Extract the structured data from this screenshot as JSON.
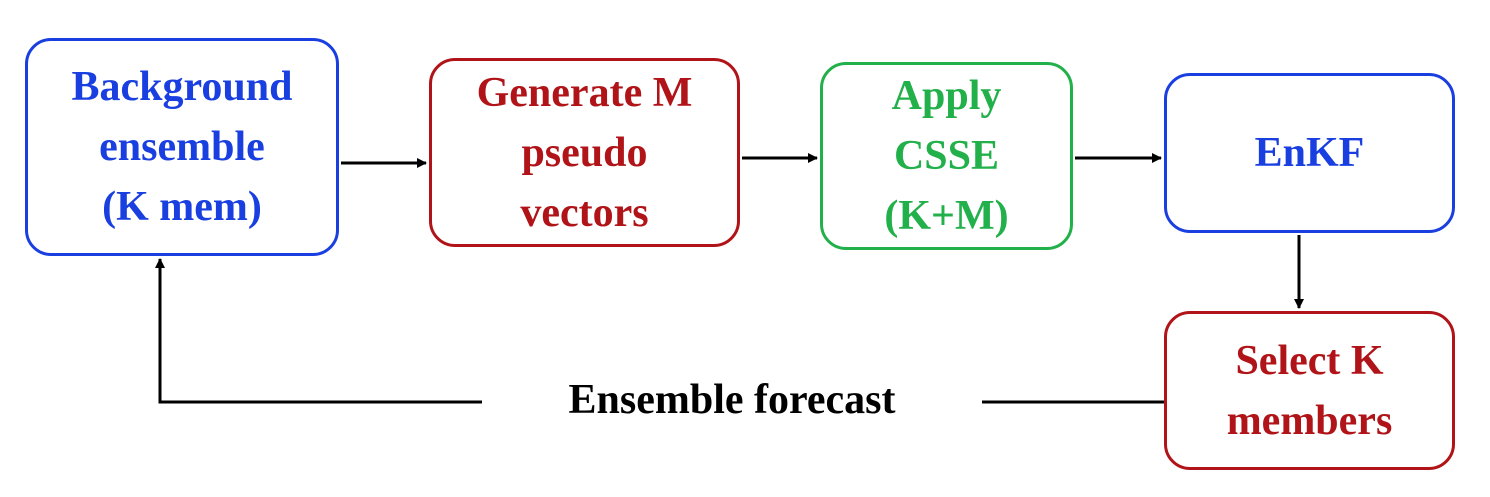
{
  "nodes": {
    "background": {
      "label": "Background\nensemble\n(K mem)",
      "color": "#1a3fe0"
    },
    "generate": {
      "label": "Generate M\npseudo\nvectors",
      "color": "#b01418"
    },
    "csse": {
      "label": "Apply\nCSSE\n(K+M)",
      "color": "#22b04a"
    },
    "enkf": {
      "label": "EnKF",
      "color": "#1a3fe0"
    },
    "select": {
      "label": "Select K\nmembers",
      "color": "#b01418"
    }
  },
  "edges": {
    "feedback_label": "Ensemble forecast"
  },
  "colors": {
    "arrow": "#000000"
  }
}
